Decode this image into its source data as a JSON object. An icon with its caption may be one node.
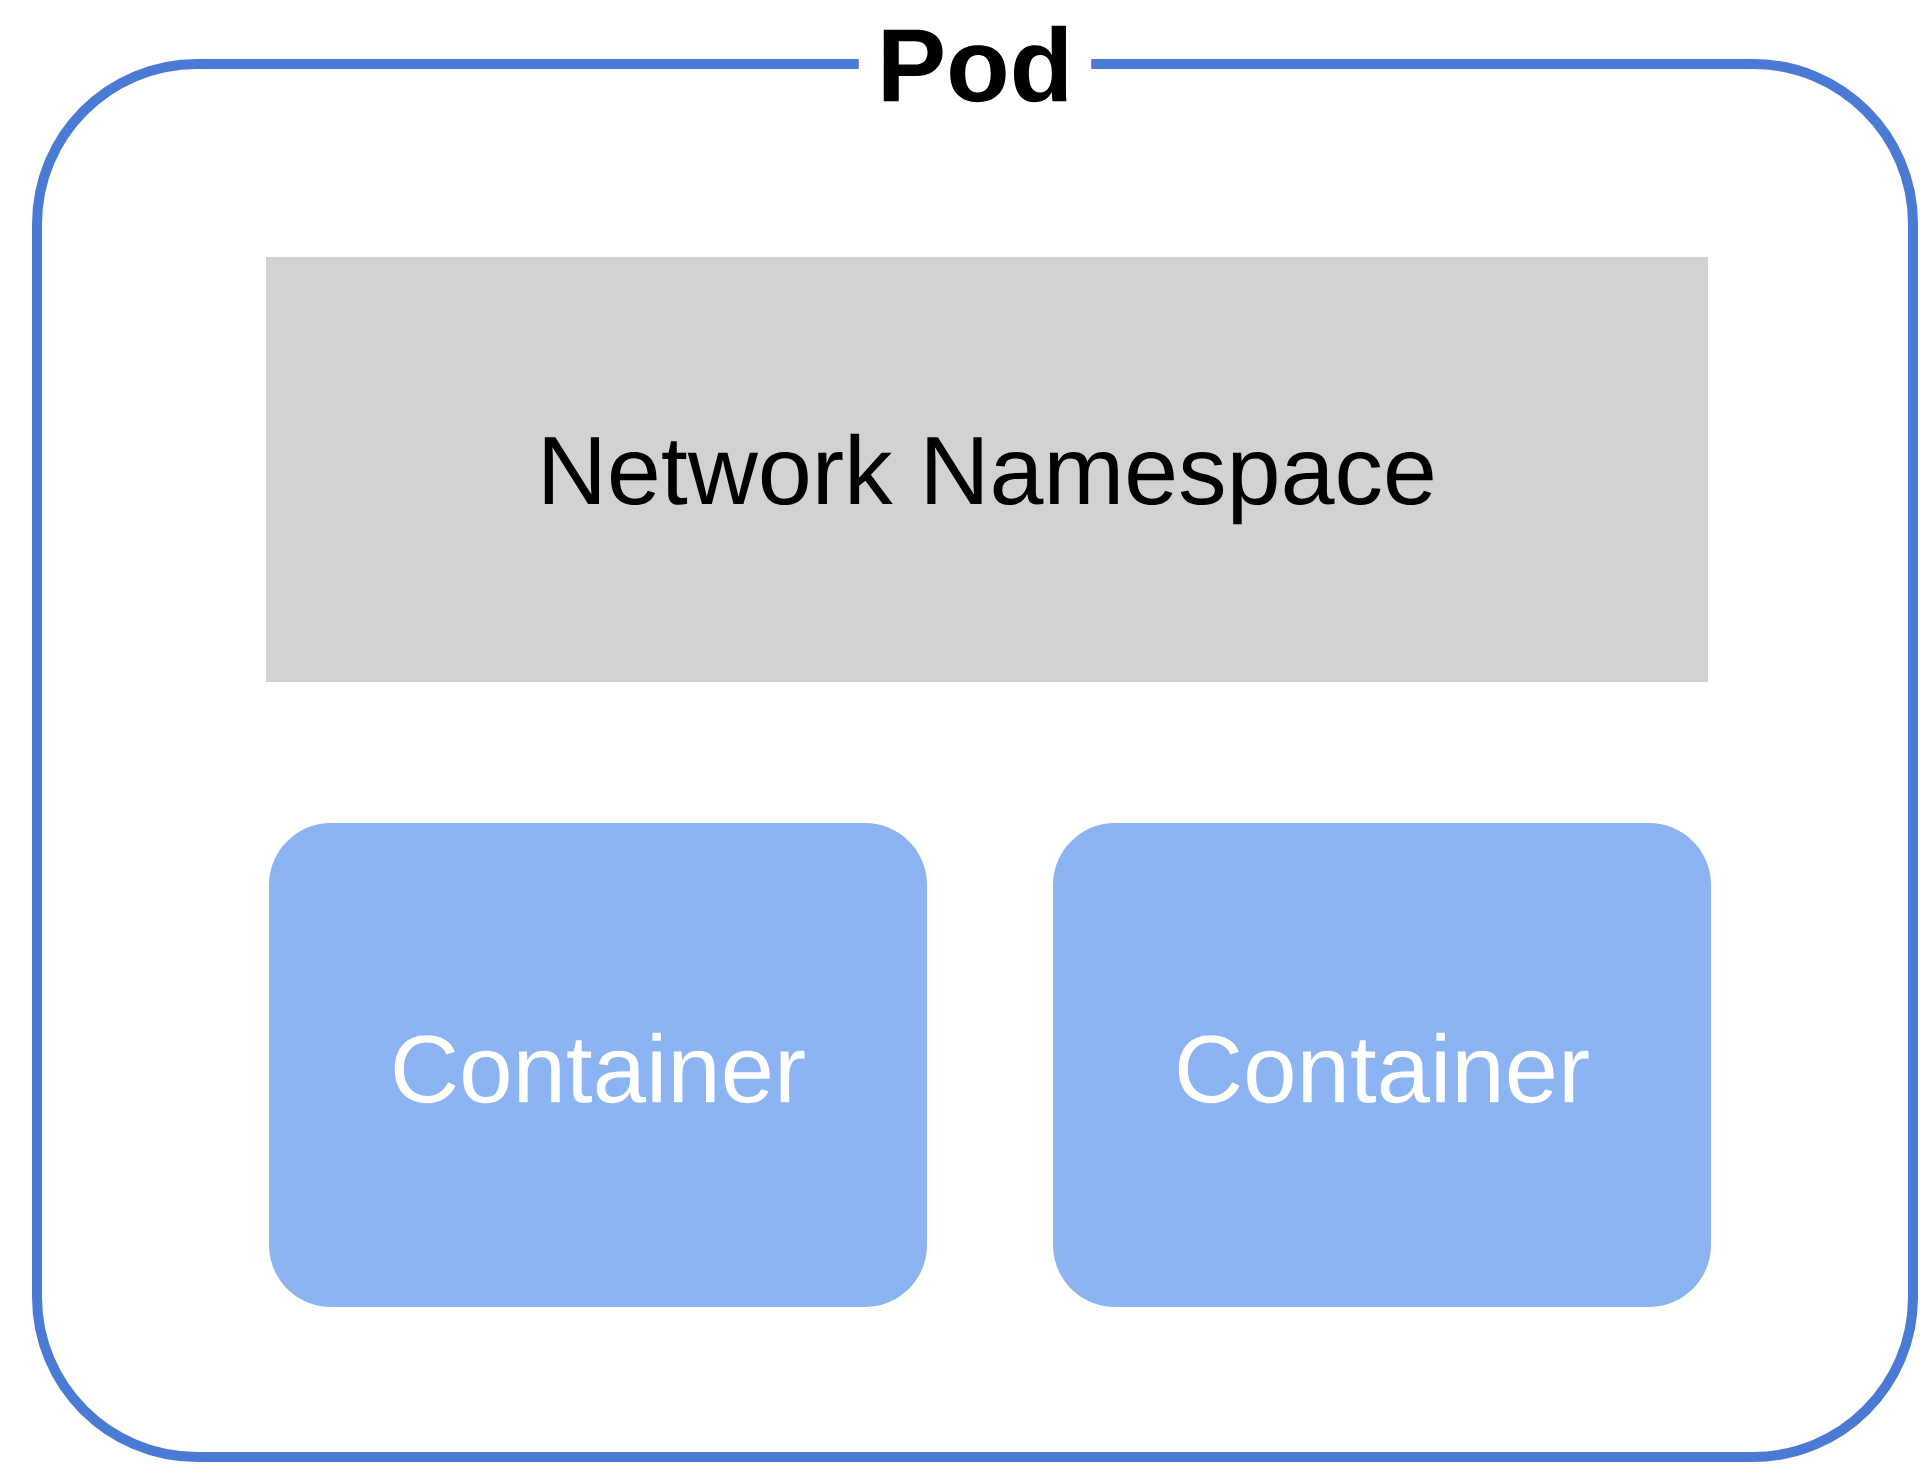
{
  "diagram": {
    "nodes": [
      {
        "text": [
          "Pod"
        ]
      },
      {
        "text": [
          "Network Namespace"
        ],
        "in": 0
      },
      {
        "text": [
          "Container"
        ],
        "in": 0
      },
      {
        "text": [
          "Container"
        ],
        "in": 0
      }
    ]
  }
}
